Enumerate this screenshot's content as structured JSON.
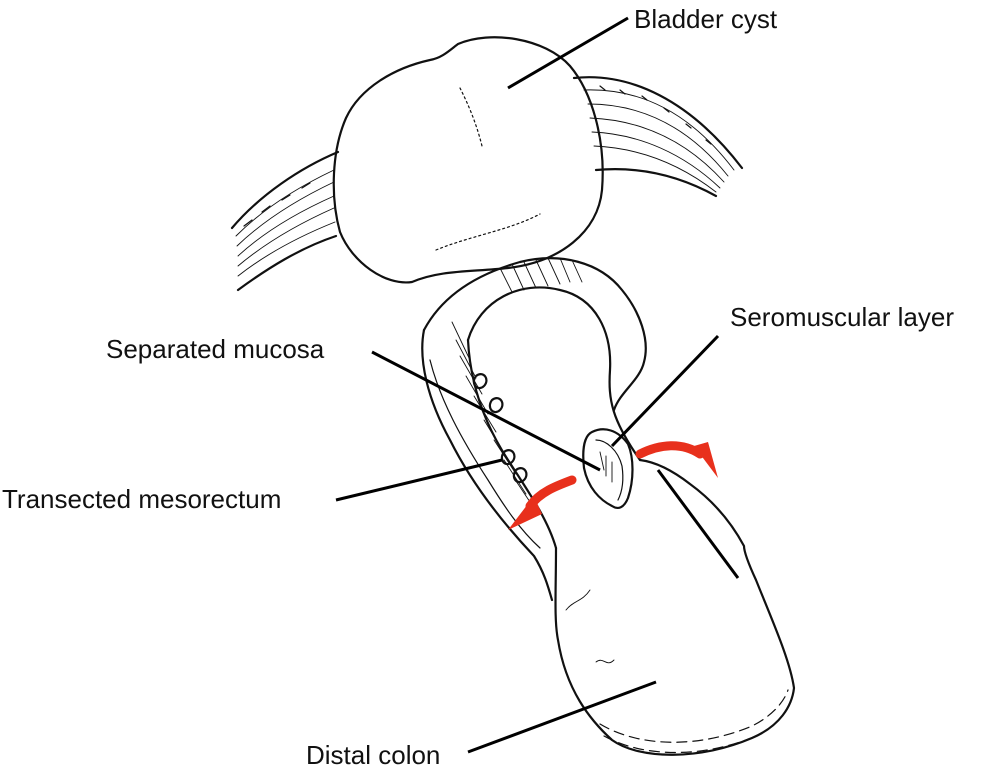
{
  "labels": {
    "bladder_cyst": "Bladder cyst",
    "seromuscular_layer": "Seromuscular layer",
    "separated_mucosa": "Separated mucosa",
    "transected_mesorectum": "Transected mesorectum",
    "distal_colon": "Distal colon"
  },
  "colors": {
    "arrow": "#e8301c",
    "ink": "#111111",
    "background": "#ffffff"
  }
}
